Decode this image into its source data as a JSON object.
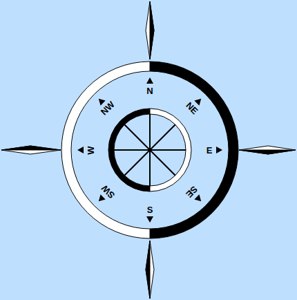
{
  "diagram": {
    "labels": [
      "N",
      "NE",
      "E",
      "SE",
      "S",
      "SW",
      "W",
      "NW"
    ]
  }
}
